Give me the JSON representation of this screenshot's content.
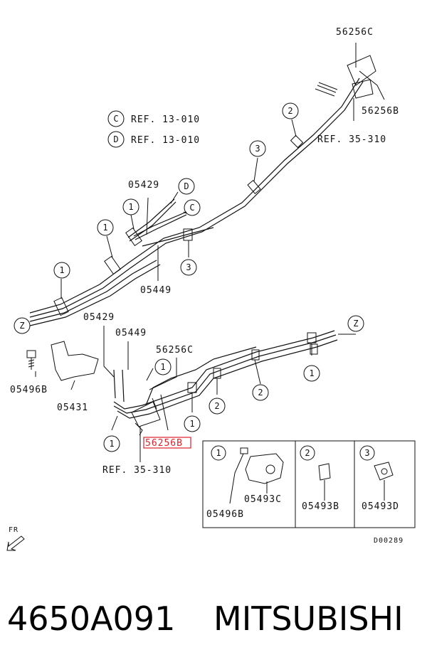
{
  "labels": {
    "p56256C_top": "56256C",
    "p56256B_top": "56256B",
    "refC": "REF. 13-010",
    "refD": "REF. 13-010",
    "ref35_top": "REF. 35-310",
    "p05429_top": "05429",
    "p05449_top": "05449",
    "p05429_bot": "05429",
    "p05449_bot": "05449",
    "p56256C_bot": "56256C",
    "p05496B": "05496B",
    "p05431": "05431",
    "p56256B_hl": "56256B",
    "ref35_bot": "REF. 35-310",
    "inset_05496B": "05496B",
    "inset_05493C": "05493C",
    "inset_05493B": "05493B",
    "inset_05493D": "05493D",
    "fr": "FR",
    "diagram_id": "D00289"
  },
  "callouts": {
    "one": "1",
    "two": "2",
    "three": "3",
    "c": "C",
    "d": "D",
    "z": "Z"
  },
  "caption": {
    "part_number": "4650A091",
    "brand": "MITSUBISHI"
  },
  "colors": {
    "highlight": "#e0202a",
    "line": "#111111"
  }
}
